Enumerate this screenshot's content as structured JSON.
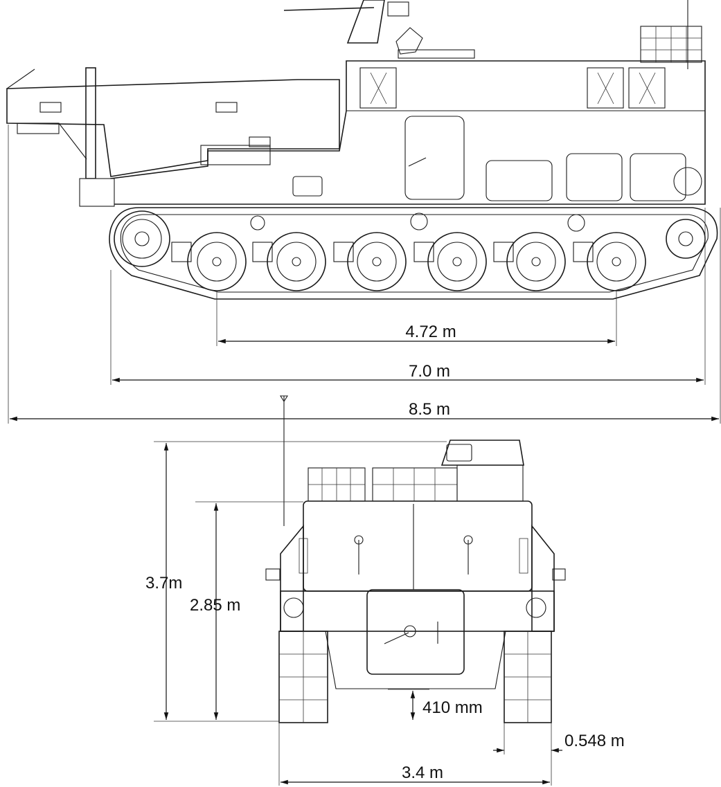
{
  "dimensions": {
    "track_contact_length": "4.72 m",
    "hull_length": "7.0 m",
    "overall_length": "8.5 m",
    "overall_height": "3.7m",
    "hull_height": "2.85 m",
    "ground_clearance": "410 mm",
    "track_width": "0.548 m",
    "overall_width": "3.4 m"
  },
  "colors": {
    "line": "#1a1a1a",
    "background": "#ffffff"
  }
}
